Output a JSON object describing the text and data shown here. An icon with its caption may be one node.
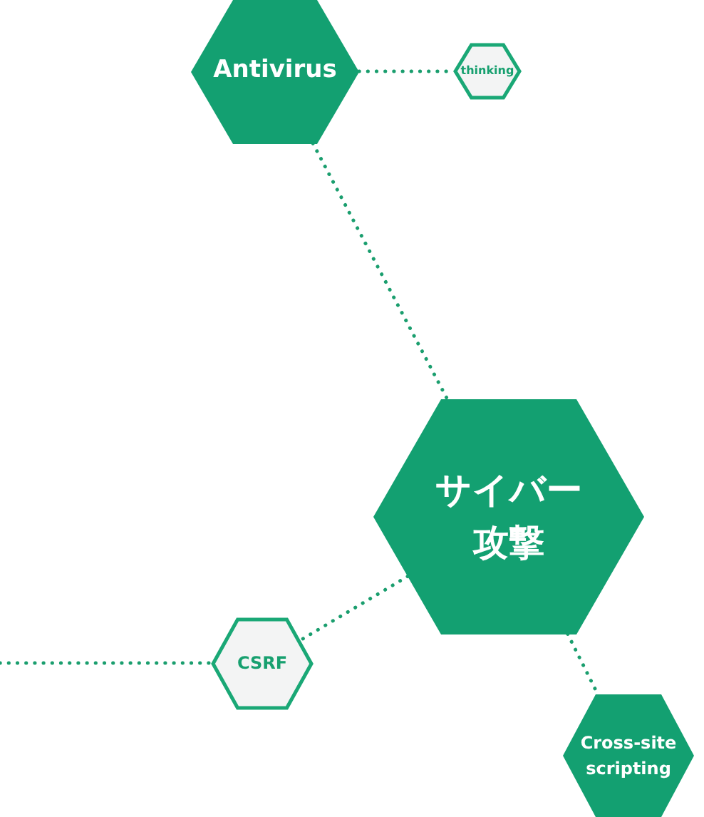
{
  "diagram": {
    "nodes": [
      {
        "text": [
          "Antivirus"
        ]
      },
      {
        "text": [
          "thinking"
        ]
      },
      {
        "text": [
          "サイバー攻撃"
        ]
      },
      {
        "text": [
          "CSRF"
        ]
      },
      {
        "text": [
          "Cross-site scripting"
        ]
      }
    ],
    "edges": [
      {
        "from": 0,
        "to": 1,
        "arrow": "none"
      },
      {
        "from": 0,
        "to": 2,
        "arrow": "none"
      },
      {
        "from": 2,
        "to": 3,
        "arrow": "none"
      },
      {
        "from": 2,
        "to": 4,
        "arrow": "none"
      },
      {
        "from": null,
        "to": 3,
        "arrow": "none"
      }
    ]
  }
}
